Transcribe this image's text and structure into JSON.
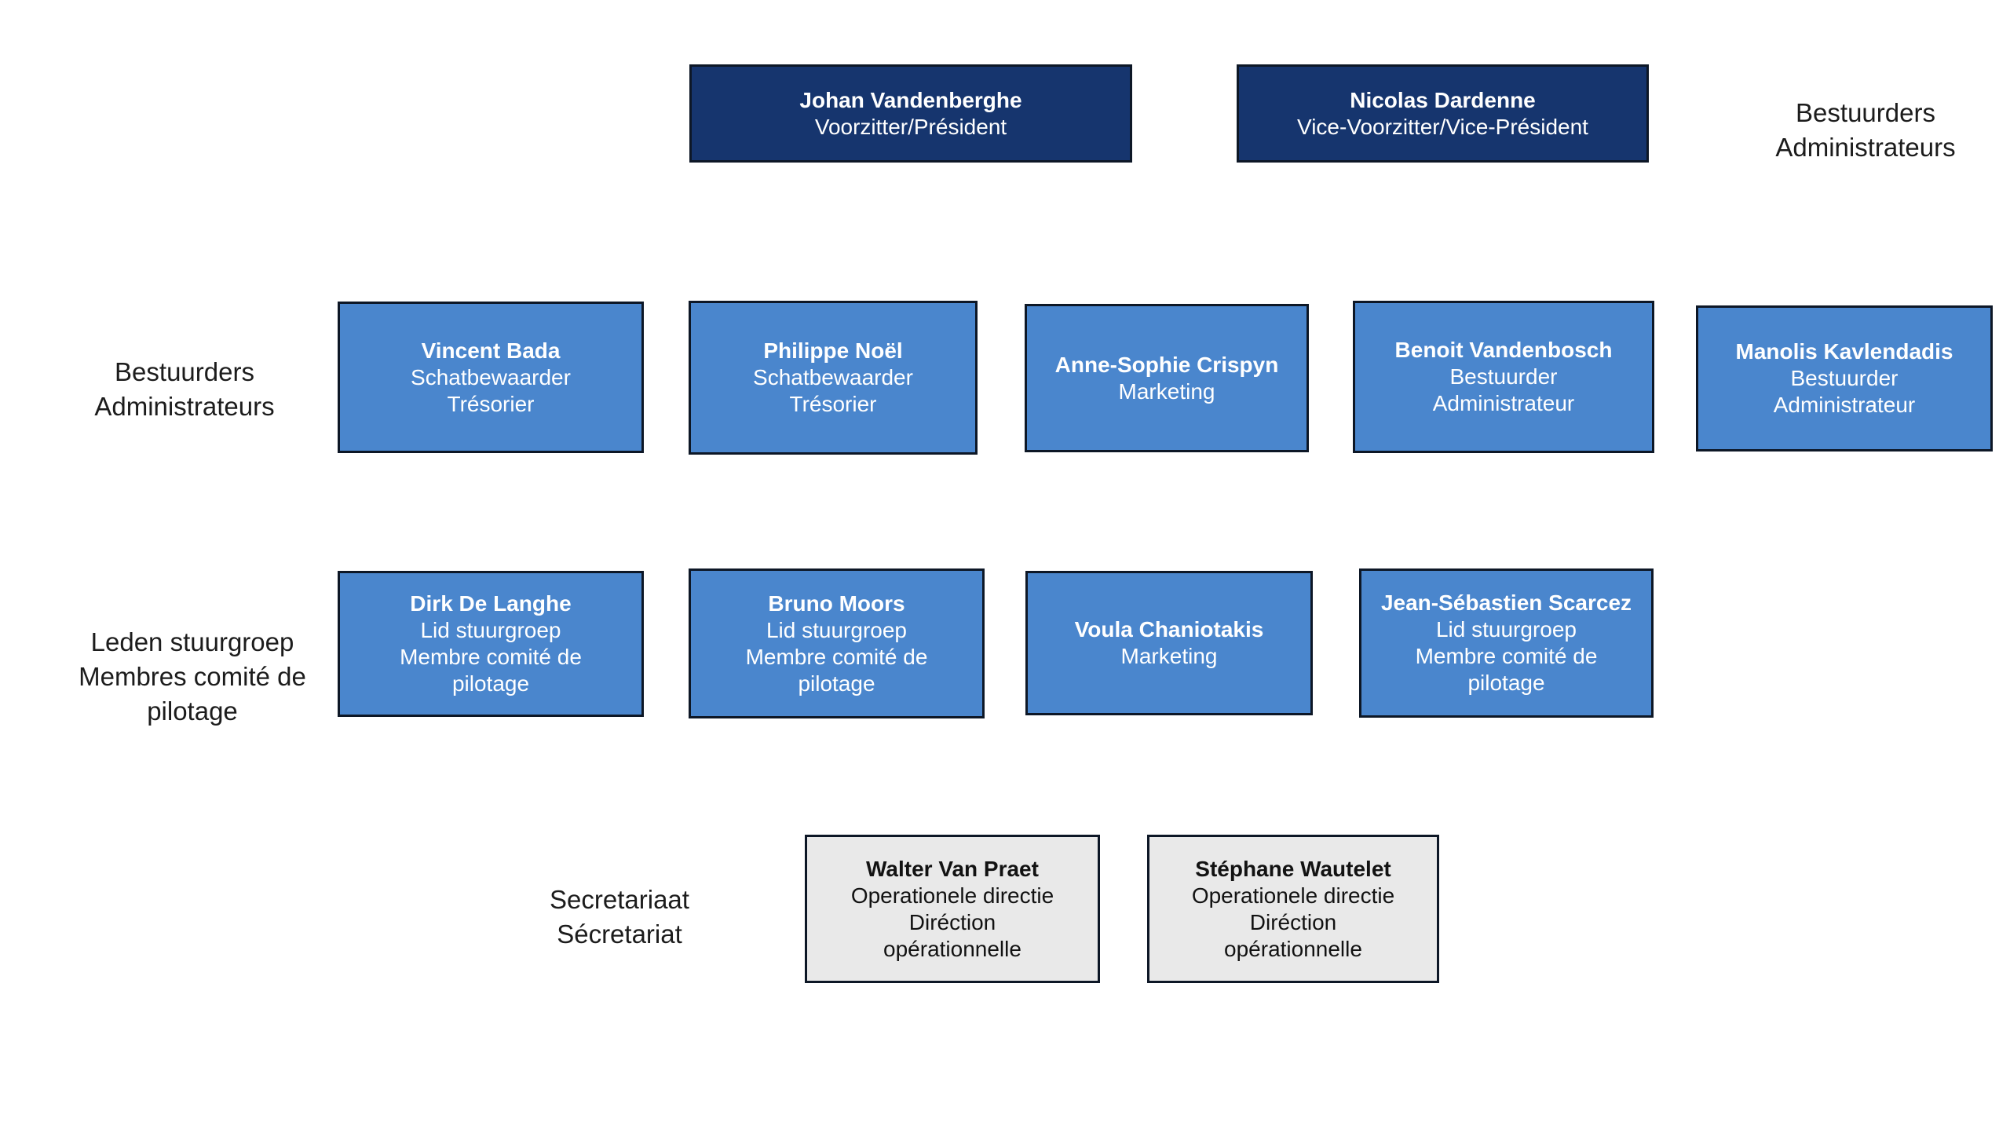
{
  "colors": {
    "navy_box": "#16356e",
    "blue_box": "#4a86cd",
    "gray_box": "#e9e9e9",
    "box_border": "#0d1726",
    "light_text": "#ffffff",
    "dark_text": "#1c1c1c"
  },
  "org_chart": {
    "top_row": {
      "label": "Bestuurders\nAdministrateurs",
      "boxes": [
        {
          "name": "Johan Vandenberghe",
          "role": "Voorzitter/Président"
        },
        {
          "name": "Nicolas Dardenne",
          "role": "Vice-Voorzitter/Vice-Président"
        }
      ]
    },
    "board_row": {
      "label": "Bestuurders\nAdministrateurs",
      "boxes": [
        {
          "name": "Vincent Bada",
          "role": "Schatbewaarder\nTrésorier"
        },
        {
          "name": "Philippe Noël",
          "role": "Schatbewaarder\nTrésorier"
        },
        {
          "name": "Anne-Sophie Crispyn",
          "role": "Marketing"
        },
        {
          "name": "Benoit Vandenbosch",
          "role": "Bestuurder\nAdministrateur"
        },
        {
          "name": "Manolis Kavlendadis",
          "role": "Bestuurder\nAdministrateur"
        }
      ]
    },
    "steering_row": {
      "label": "Leden stuurgroep\nMembres comité de\npilotage",
      "boxes": [
        {
          "name": "Dirk De Langhe",
          "role": "Lid stuurgroep\nMembre comité de\npilotage"
        },
        {
          "name": "Bruno Moors",
          "role": "Lid stuurgroep\nMembre comité de\npilotage"
        },
        {
          "name": "Voula Chaniotakis",
          "role": "Marketing"
        },
        {
          "name": "Jean-Sébastien Scarcez",
          "role": "Lid stuurgroep\nMembre comité de\npilotage"
        }
      ]
    },
    "secretariat_row": {
      "label": "Secretariaat\nSécretariat",
      "boxes": [
        {
          "name": "Walter Van Praet",
          "role": "Operationele directie\nDiréction\nopérationnelle"
        },
        {
          "name": "Stéphane Wautelet",
          "role": "Operationele directie\nDiréction\nopérationnelle"
        }
      ]
    }
  }
}
